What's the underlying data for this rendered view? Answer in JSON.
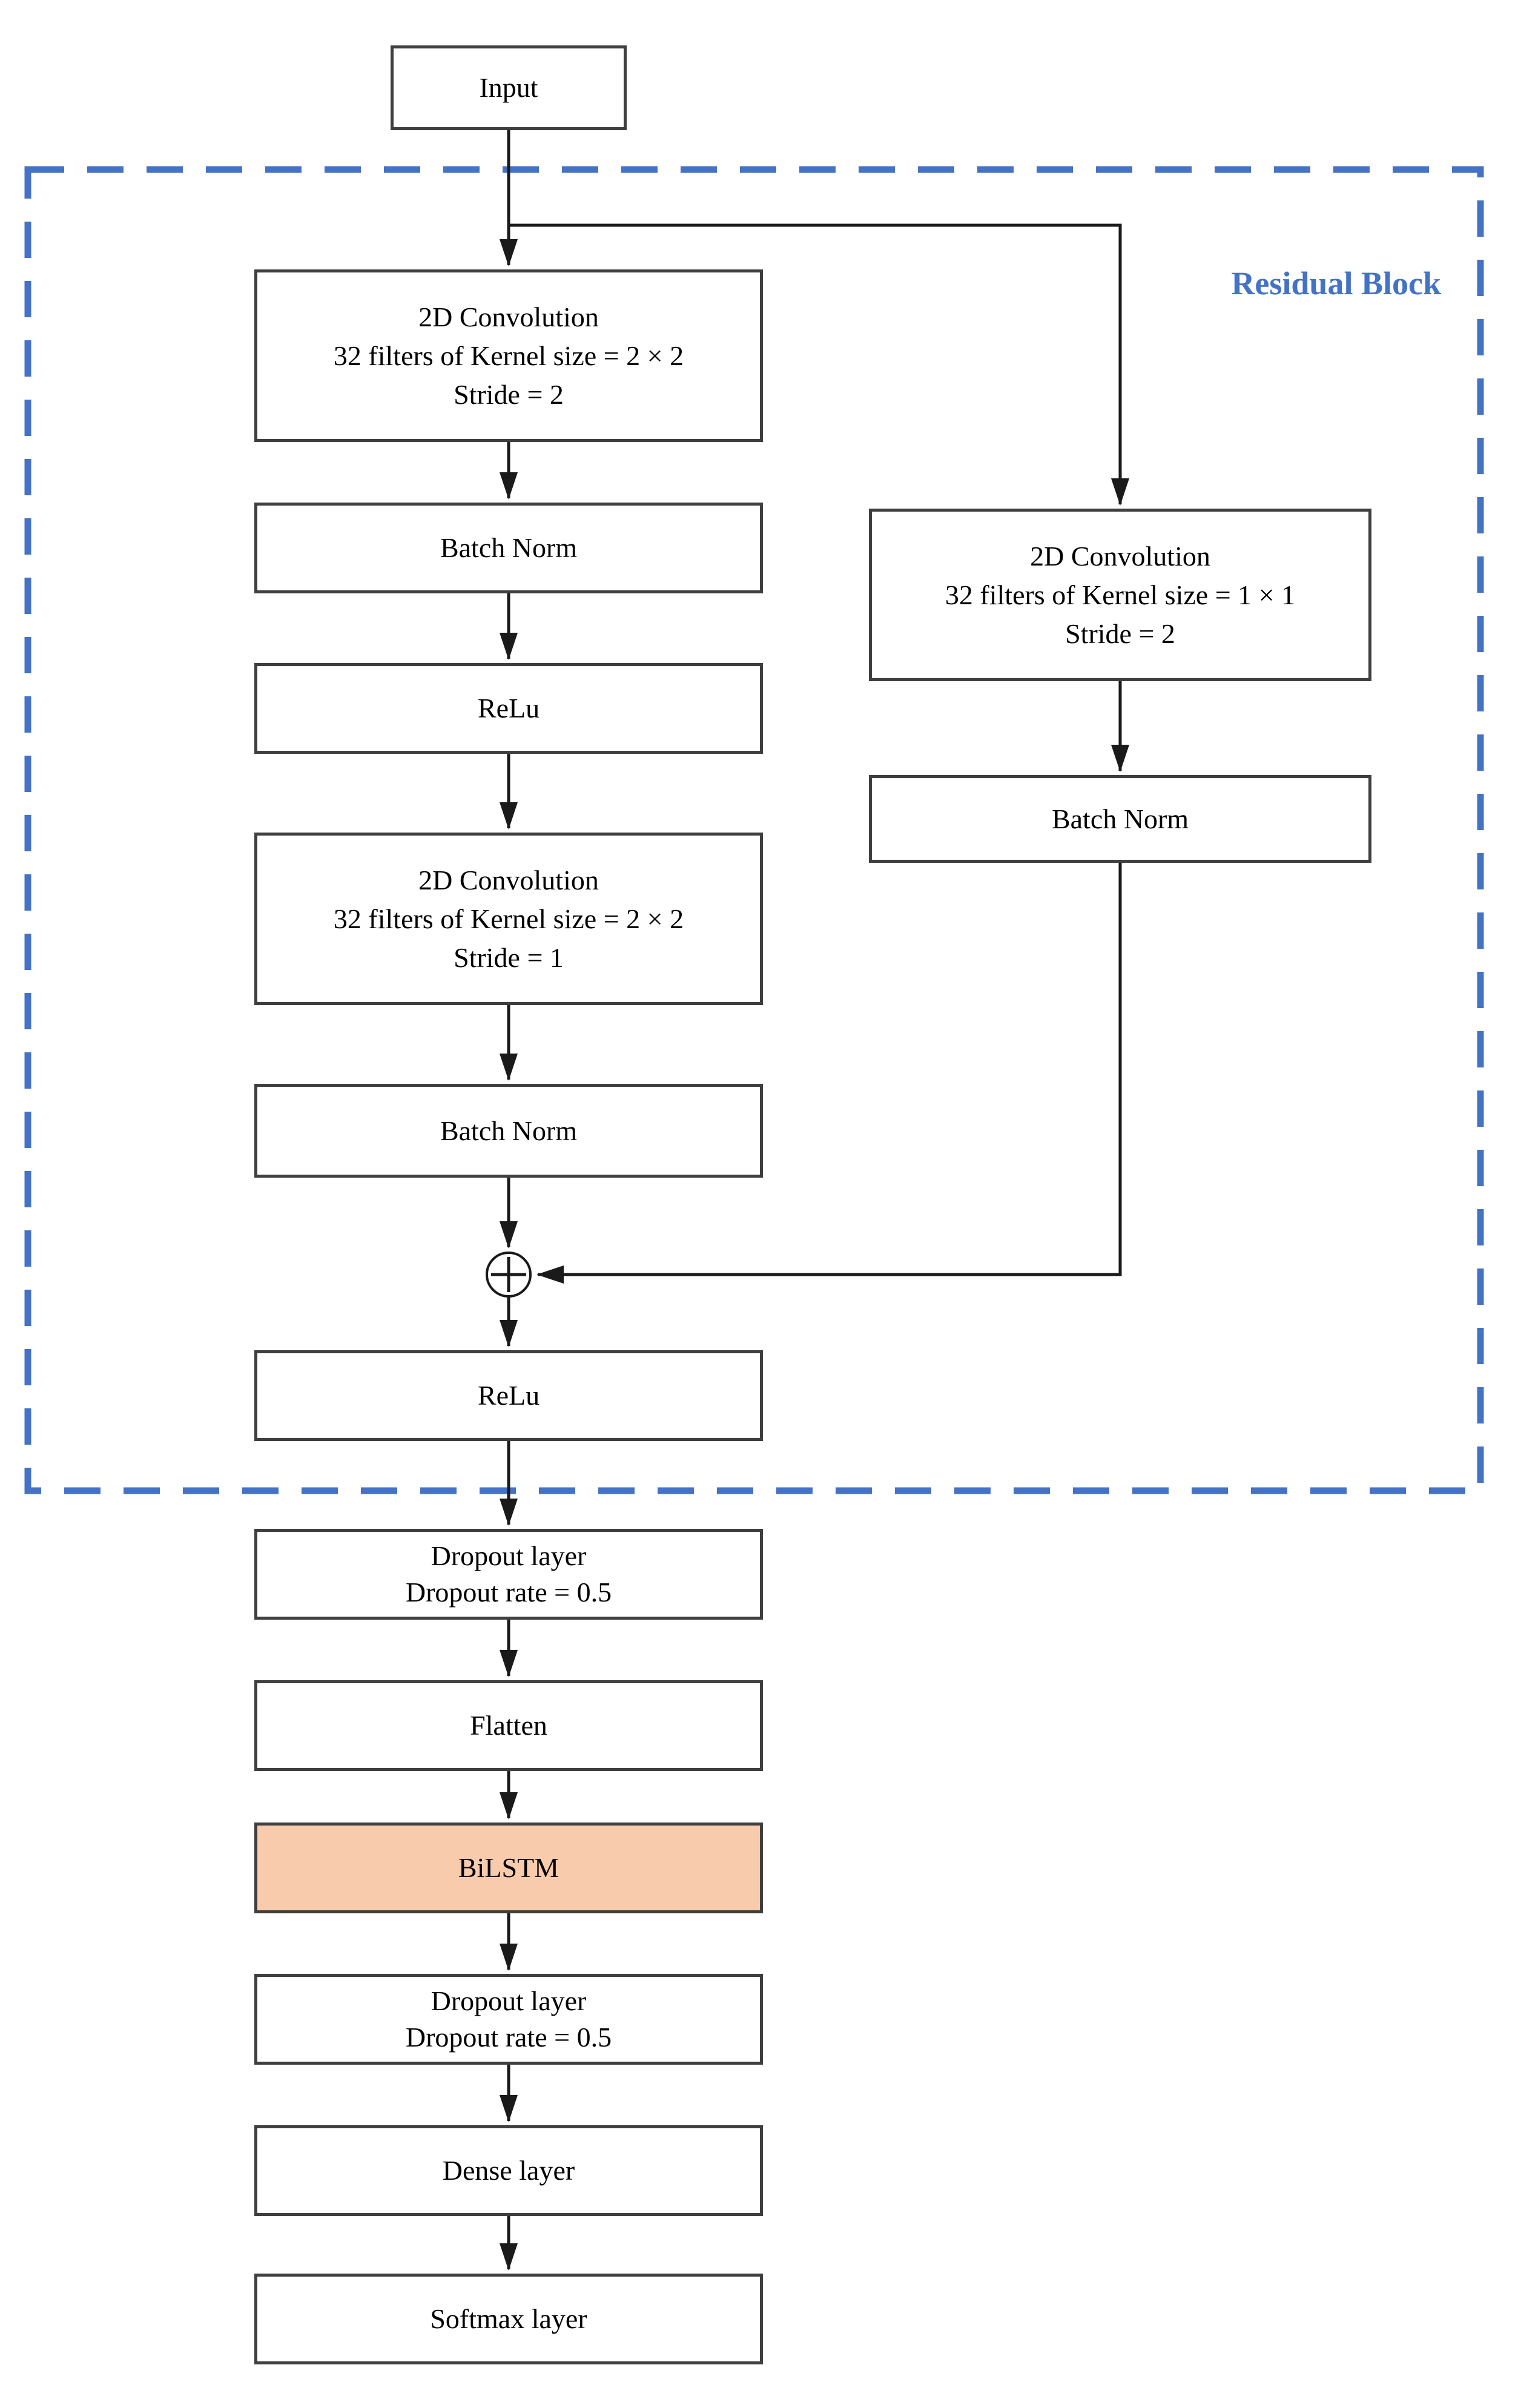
{
  "residual_block_label": "Residual Block",
  "icons": {
    "merge": "circled-plus-icon"
  },
  "colors": {
    "accent_blue": "#4472C4",
    "bilstm_fill": "#F8CBAD",
    "box_border": "#3F3F3F",
    "line_color": "#1A1A1A"
  },
  "nodes": {
    "input": {
      "lines": [
        "Input"
      ]
    },
    "conv1": {
      "lines": [
        "2D Convolution",
        "32 filters of Kernel size = 2 × 2",
        "Stride = 2"
      ]
    },
    "bn1": {
      "lines": [
        "Batch Norm"
      ]
    },
    "relu1": {
      "lines": [
        "ReLu"
      ]
    },
    "conv2": {
      "lines": [
        "2D Convolution",
        "32 filters of Kernel size = 2 × 2",
        "Stride = 1"
      ]
    },
    "bn2": {
      "lines": [
        "Batch Norm"
      ]
    },
    "conv_skip": {
      "lines": [
        "2D Convolution",
        "32 filters of Kernel size = 1 × 1",
        "Stride = 2"
      ]
    },
    "bn_skip": {
      "lines": [
        "Batch Norm"
      ]
    },
    "relu2": {
      "lines": [
        "ReLu"
      ]
    },
    "dropout1": {
      "lines": [
        "Dropout layer",
        "Dropout rate = 0.5"
      ]
    },
    "flatten": {
      "lines": [
        "Flatten"
      ]
    },
    "bilstm": {
      "lines": [
        "BiLSTM"
      ]
    },
    "dropout2": {
      "lines": [
        "Dropout layer",
        "Dropout rate = 0.5"
      ]
    },
    "dense": {
      "lines": [
        "Dense layer"
      ]
    },
    "softmax": {
      "lines": [
        "Softmax layer"
      ]
    }
  }
}
